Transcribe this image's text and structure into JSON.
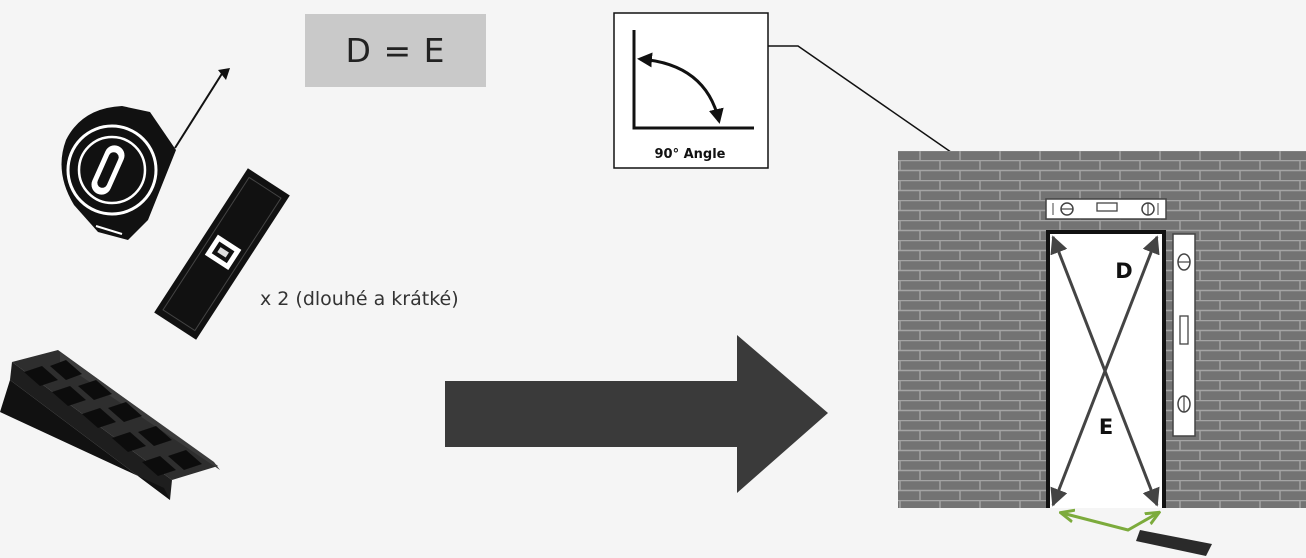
{
  "formula": "D = E",
  "quantity_note": "x 2 (dlouhé a krátké)",
  "angle_label": "90° Angle",
  "diagonal_labels": {
    "top": "D",
    "bottom": "E"
  },
  "colors": {
    "background": "#f5f5f5",
    "formula_box": "#c9c9c9",
    "arrow": "#3a3a3a",
    "brick_wall": "#737373",
    "brick_lines": "#a0a0a0",
    "diagonal_lines": "#444444",
    "bottom_arrows": "#7cab3c"
  },
  "icons": [
    "tape-measure-icon",
    "spirit-level-icon",
    "wedge-shims-icon",
    "right-arrow-icon",
    "right-angle-icon",
    "brick-wall-icon"
  ]
}
